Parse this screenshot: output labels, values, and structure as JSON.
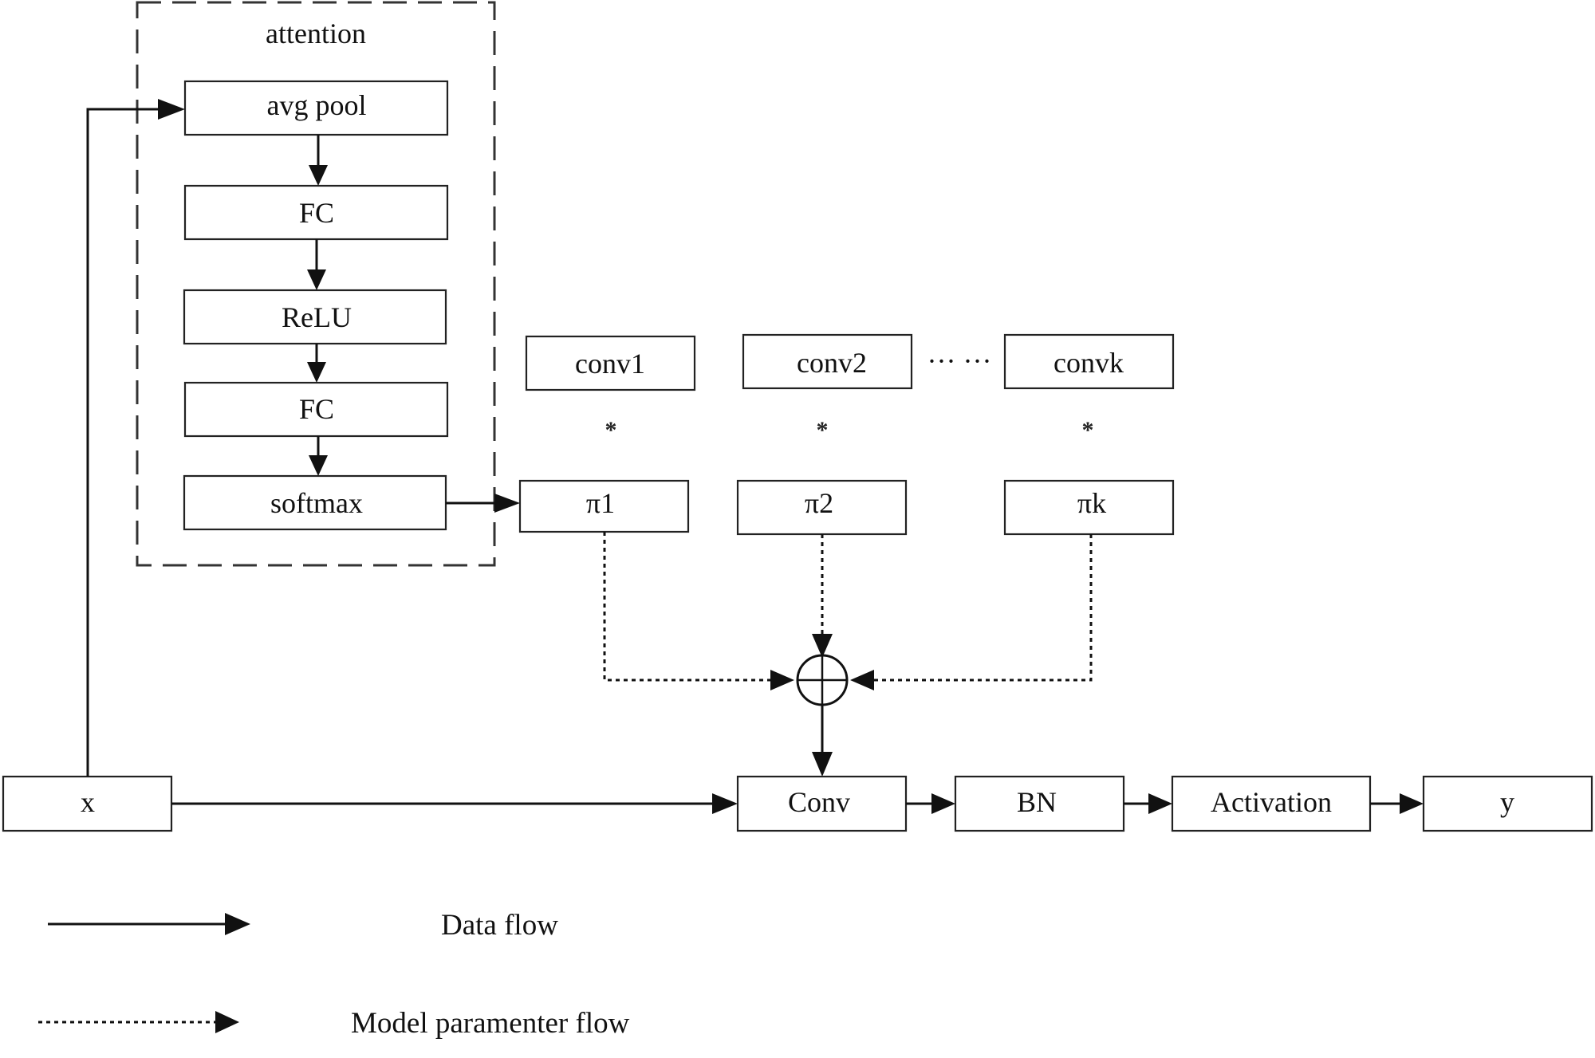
{
  "attention": {
    "title": "attention",
    "layers": [
      "avg pool",
      "FC",
      "ReLU",
      "FC",
      "softmax"
    ]
  },
  "kernels": {
    "convs": [
      "conv1",
      "conv2",
      "convk"
    ],
    "ellipsis": "··· ···",
    "multiply": "*",
    "weights": [
      "π1",
      "π2",
      "πk"
    ]
  },
  "pipeline": {
    "input": "x",
    "conv": "Conv",
    "bn": "BN",
    "activation": "Activation",
    "output": "y"
  },
  "legend": {
    "data_flow": "Data flow",
    "param_flow": "Model paramenter flow"
  }
}
